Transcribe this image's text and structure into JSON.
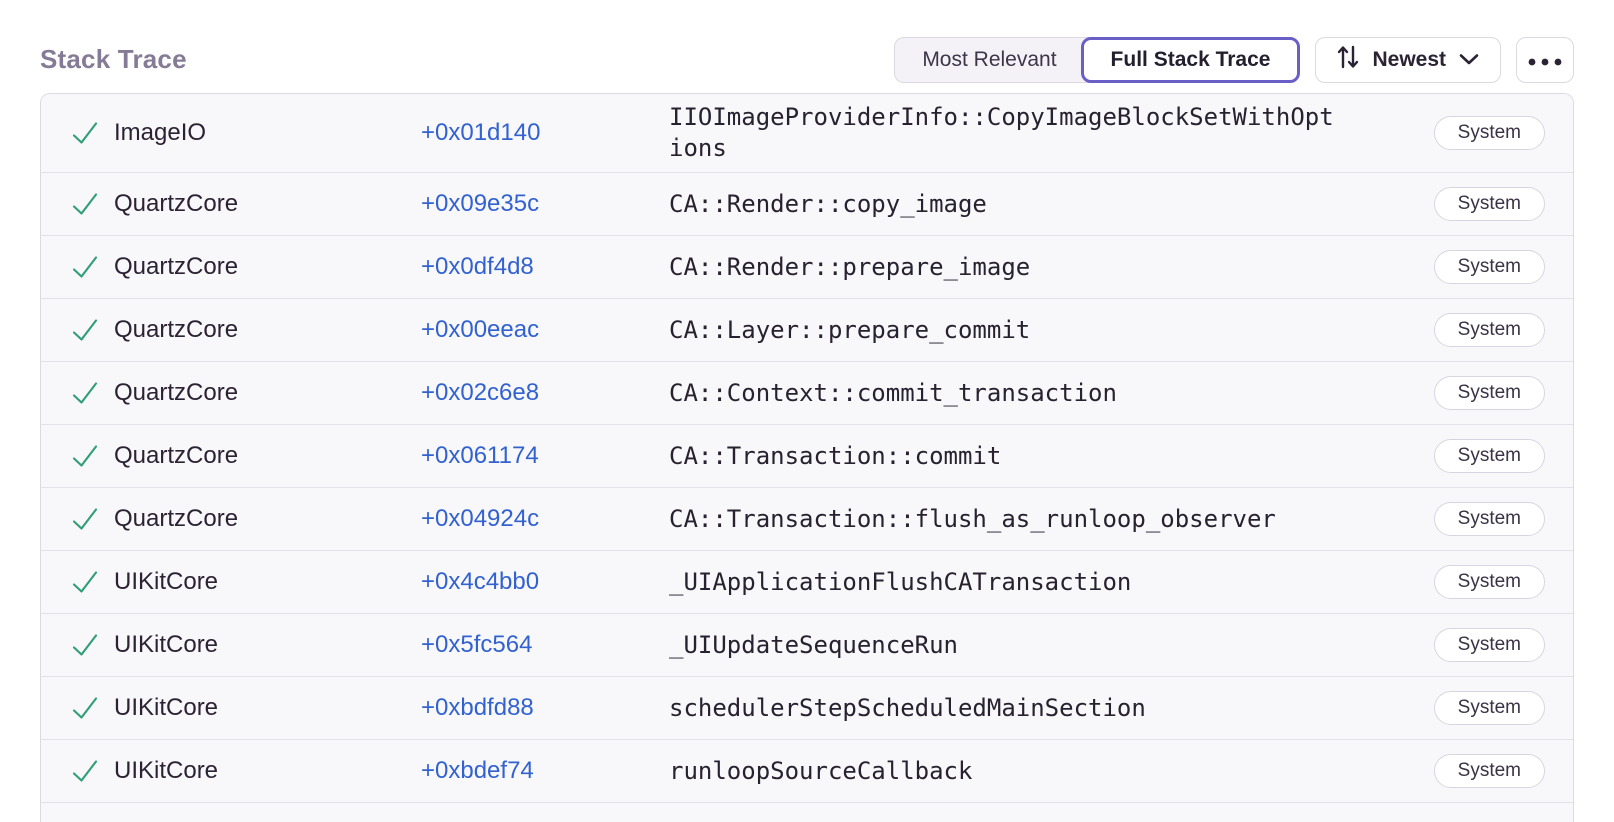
{
  "header": {
    "title": "Stack Trace",
    "view_toggle": {
      "most_relevant_label": "Most Relevant",
      "full_stack_trace_label": "Full Stack Trace",
      "selected": "Full Stack Trace"
    },
    "sort_button": {
      "label": "Newest"
    }
  },
  "icons": {
    "check": "checkmark",
    "sort": "up-down-arrows",
    "chevron": "chevron-down",
    "more": "ellipsis"
  },
  "colors": {
    "title": "#857b96",
    "text_dark": "#2b2233",
    "address_blue": "#3262d0",
    "check_green": "#2f9e73",
    "selected_purple": "#6a5ec7",
    "row_background": "#f8f7fa",
    "border": "#dcd8e4"
  },
  "frames": [
    {
      "module": "ImageIO",
      "address": "+0x01d140",
      "function": "IIOImageProviderInfo::CopyImageBlockSetWithOptions",
      "badge": "System"
    },
    {
      "module": "QuartzCore",
      "address": "+0x09e35c",
      "function": "CA::Render::copy_image",
      "badge": "System"
    },
    {
      "module": "QuartzCore",
      "address": "+0x0df4d8",
      "function": "CA::Render::prepare_image",
      "badge": "System"
    },
    {
      "module": "QuartzCore",
      "address": "+0x00eeac",
      "function": "CA::Layer::prepare_commit",
      "badge": "System"
    },
    {
      "module": "QuartzCore",
      "address": "+0x02c6e8",
      "function": "CA::Context::commit_transaction",
      "badge": "System"
    },
    {
      "module": "QuartzCore",
      "address": "+0x061174",
      "function": "CA::Transaction::commit",
      "badge": "System"
    },
    {
      "module": "QuartzCore",
      "address": "+0x04924c",
      "function": "CA::Transaction::flush_as_runloop_observer",
      "badge": "System"
    },
    {
      "module": "UIKitCore",
      "address": "+0x4c4bb0",
      "function": "_UIApplicationFlushCATransaction",
      "badge": "System"
    },
    {
      "module": "UIKitCore",
      "address": "+0x5fc564",
      "function": "_UIUpdateSequenceRun",
      "badge": "System"
    },
    {
      "module": "UIKitCore",
      "address": "+0xbdfd88",
      "function": "schedulerStepScheduledMainSection",
      "badge": "System"
    },
    {
      "module": "UIKitCore",
      "address": "+0xbdef74",
      "function": "runloopSourceCallback",
      "badge": "System"
    }
  ]
}
